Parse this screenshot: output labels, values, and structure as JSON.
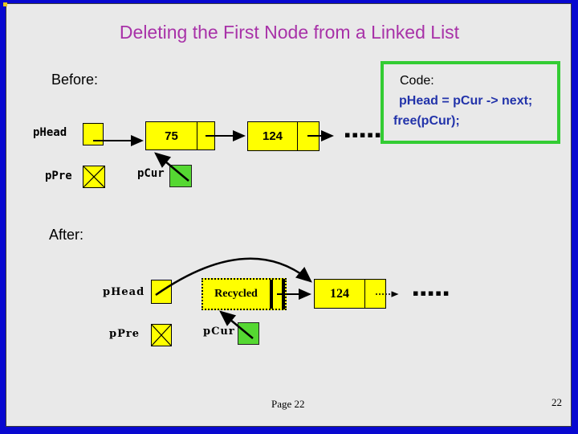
{
  "slide": {
    "title": "Deleting the First Node from a Linked List"
  },
  "before": {
    "section_label": "Before:",
    "phead_label": "pHead",
    "ppre_label": "pPre",
    "pcur_label": "pCur",
    "node1_value": "75",
    "node2_value": "124",
    "ellipsis": "▪▪▪▪▪"
  },
  "code_panel": {
    "label": "Code:",
    "lines": [
      "pHead = pCur -> next;",
      "free(pCur);"
    ]
  },
  "after": {
    "section_label": "After:",
    "phead_label": "pHead",
    "ppre_label": "pPre",
    "pcur_label": "pCur",
    "recycled_label": "Recycled",
    "node_value": "124",
    "ellipsis": "▪▪▪▪▪"
  },
  "footer": {
    "page_label": "Page 22",
    "page_number": "22"
  },
  "colors": {
    "frame_blue": "#0808d0",
    "background": "#e9e9e9",
    "title_purple": "#a832a8",
    "node_yellow": "#ffff00",
    "pointer_green": "#55d832",
    "code_border": "#33cc33",
    "code_text": "#2233aa",
    "ink": "#000000"
  }
}
